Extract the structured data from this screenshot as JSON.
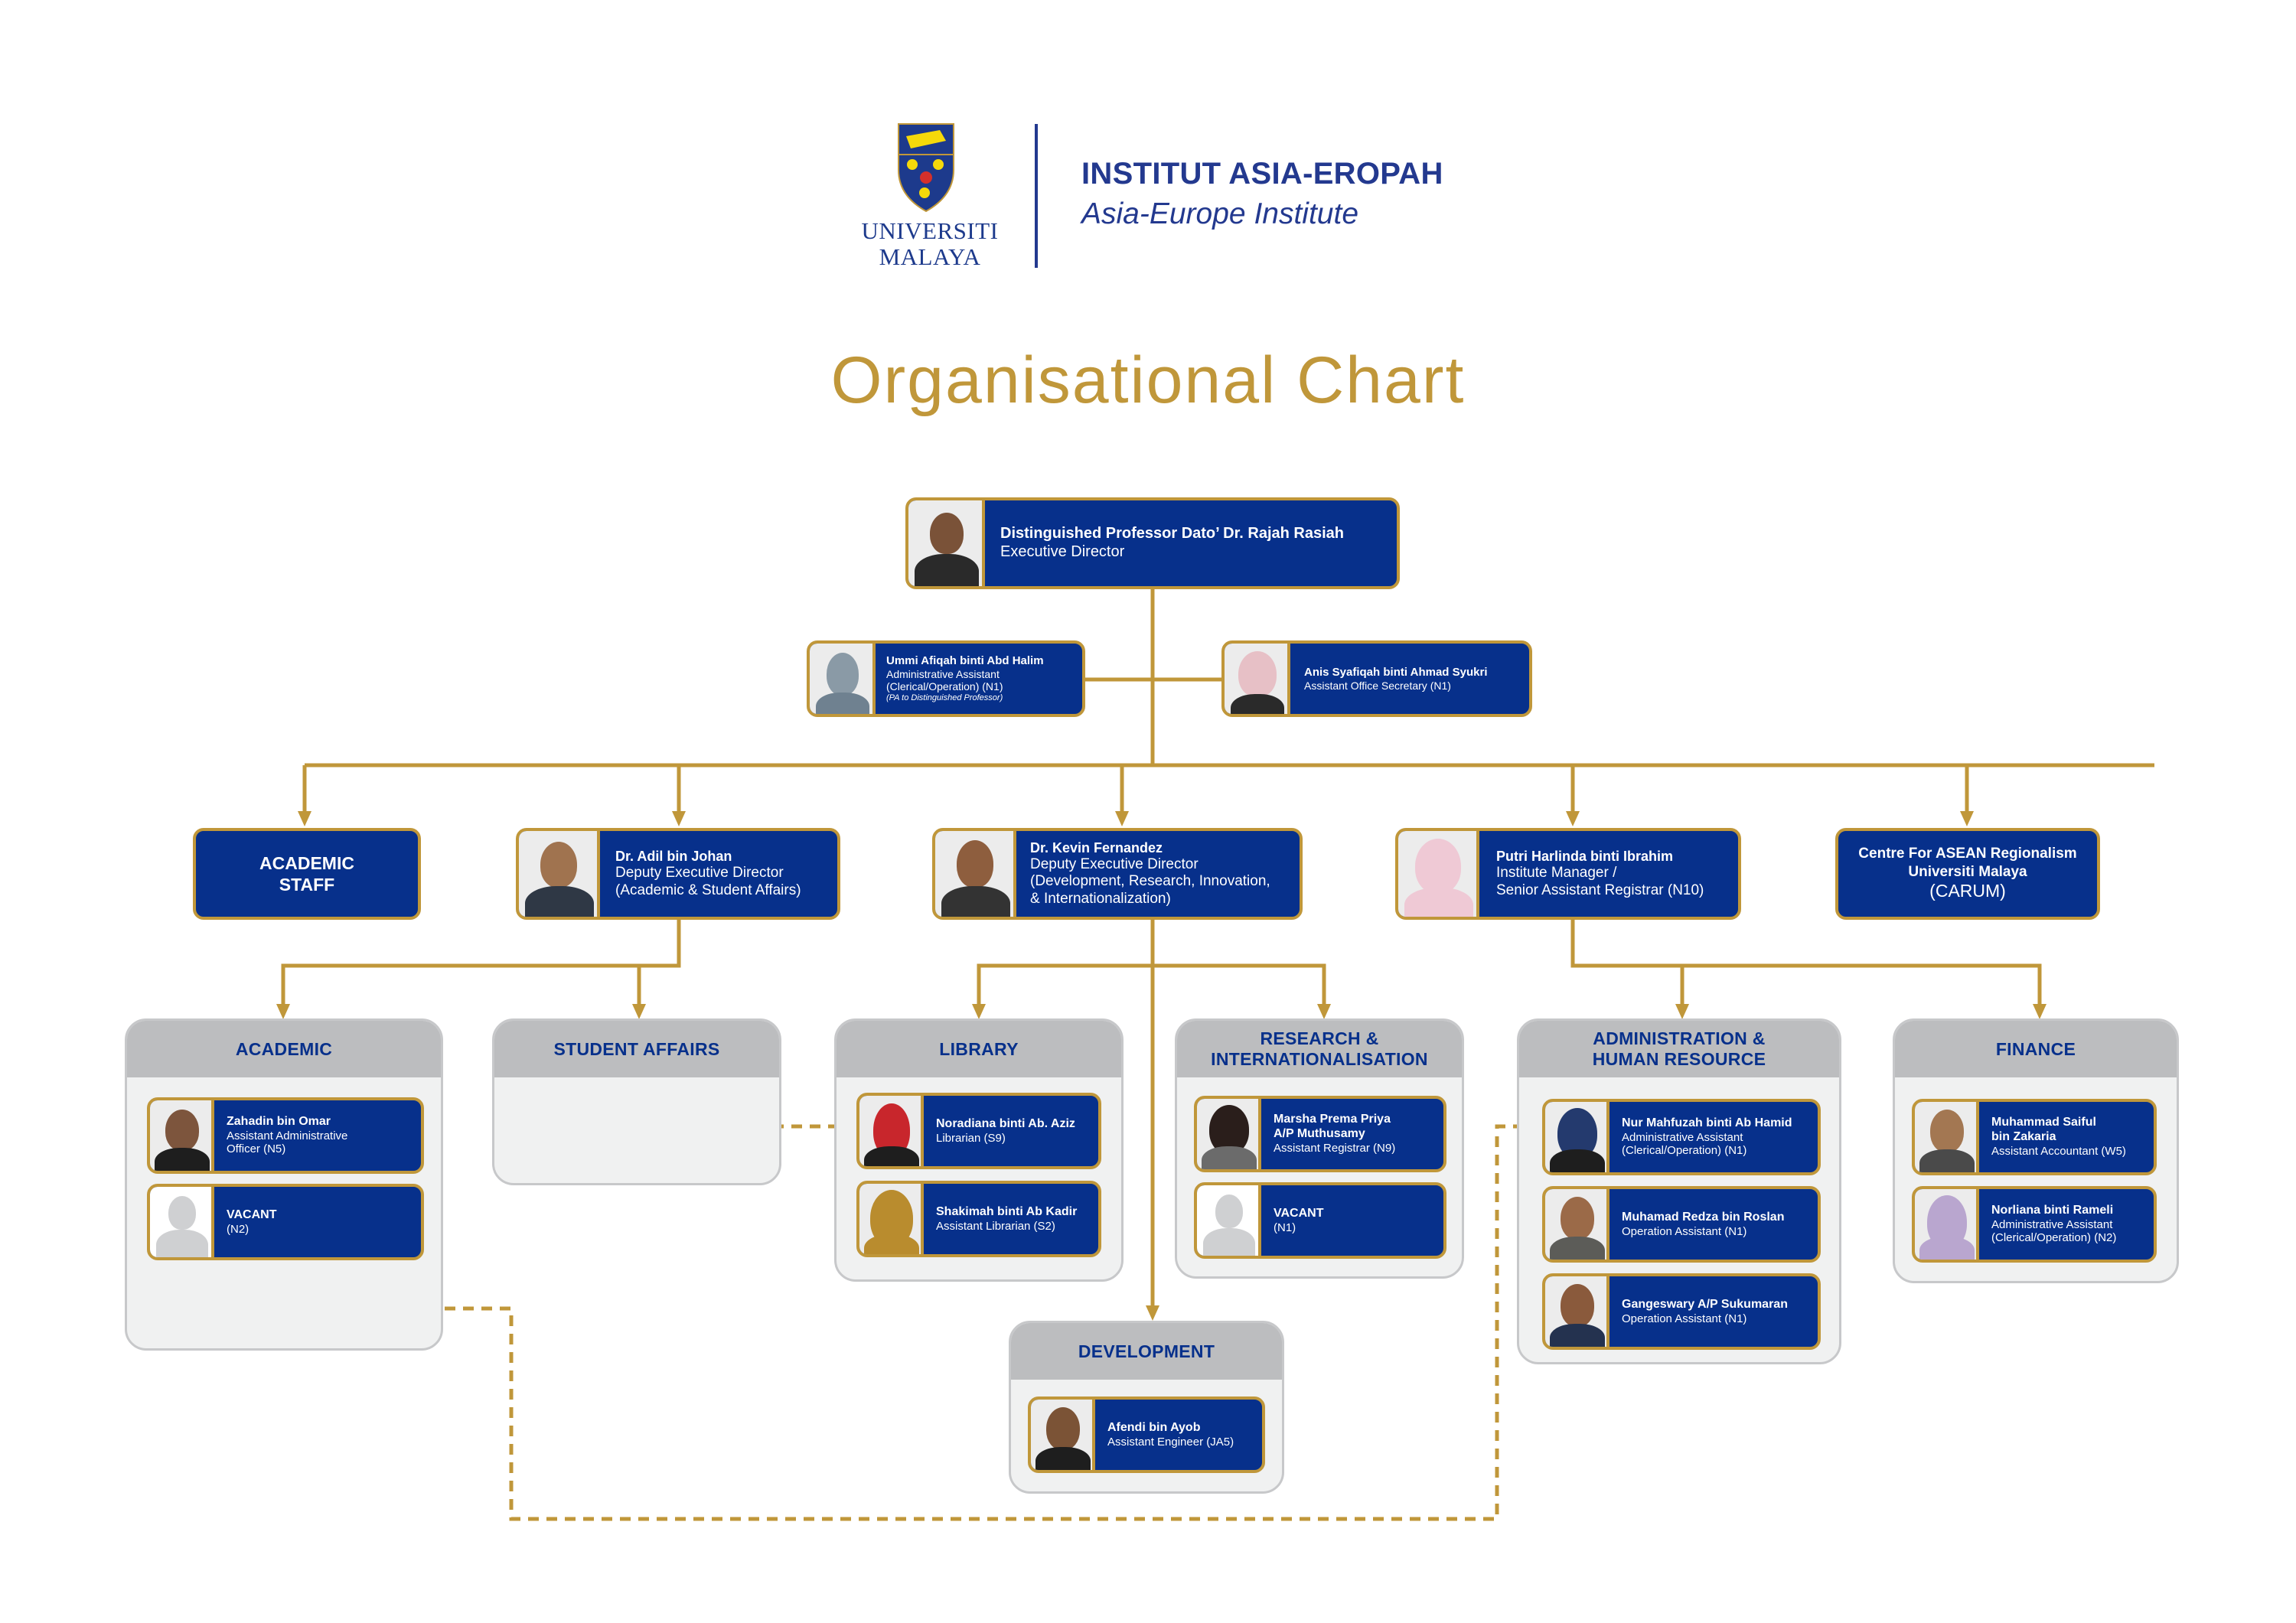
{
  "header": {
    "university": [
      "UNIVERSITI",
      "MALAYA"
    ],
    "institute_name": "INSTITUT ASIA-EROPAH",
    "institute_subtitle": "Asia-Europe Institute"
  },
  "title": "Organisational Chart",
  "colors": {
    "navy": "#07308b",
    "gold": "#c0973a",
    "title_gold": "#c0973a",
    "group_header": "#bcbdbf",
    "group_body": "#f0f1f1",
    "brand_blue": "#23398f"
  },
  "executive": {
    "name": "Distinguished Professor Dato’ Dr. Rajah Rasiah",
    "role": "Executive Director"
  },
  "support": [
    {
      "name": "Ummi Afiqah binti Abd Halim",
      "role": [
        "Administrative Assistant",
        "(Clerical/Operation) (N1)"
      ],
      "note": "(PA to Distinguished Professor)"
    },
    {
      "name": "Anis Syafiqah binti Ahmad Syukri",
      "role": [
        "Assistant Office Secretary (N1)"
      ]
    }
  ],
  "level2": {
    "academic_staff": [
      "ACADEMIC",
      "STAFF"
    ],
    "adil": {
      "name": "Dr. Adil bin Johan",
      "role": [
        "Deputy Executive Director",
        "(Academic & Student Affairs)"
      ]
    },
    "kevin": {
      "name": "Dr. Kevin Fernandez",
      "role": [
        "Deputy Executive Director",
        "(Development, Research, Innovation,",
        "& Internationalization)"
      ]
    },
    "putri": {
      "name": "Putri Harlinda binti Ibrahim",
      "role": [
        "Institute Manager /",
        "Senior Assistant Registrar (N10)"
      ]
    },
    "carum": [
      "Centre For ASEAN Regionalism",
      "Universiti Malaya",
      "(CARUM)"
    ]
  },
  "groups": {
    "academic": {
      "title": "ACADEMIC",
      "members": [
        {
          "name": "Zahadin bin Omar",
          "role": [
            "Assistant Administrative",
            "Officer (N5)"
          ]
        },
        {
          "name": "VACANT",
          "role": [
            "(N2)"
          ]
        }
      ]
    },
    "student_affairs": {
      "title": "STUDENT AFFAIRS"
    },
    "library": {
      "title": "LIBRARY",
      "members": [
        {
          "name": "Noradiana binti Ab. Aziz",
          "role": [
            "Librarian (S9)"
          ]
        },
        {
          "name": "Shakimah binti Ab Kadir",
          "role": [
            "Assistant Librarian (S2)"
          ]
        }
      ]
    },
    "research": {
      "title": [
        "RESEARCH &",
        "INTERNATIONALISATION"
      ],
      "members": [
        {
          "name": [
            "Marsha Prema Priya",
            "A/P Muthusamy"
          ],
          "role": [
            "Assistant Registrar (N9)"
          ]
        },
        {
          "name": "VACANT",
          "role": [
            "(N1)"
          ]
        }
      ]
    },
    "admin": {
      "title": [
        "ADMINISTRATION &",
        "HUMAN RESOURCE"
      ],
      "members": [
        {
          "name": "Nur Mahfuzah binti  Ab Hamid",
          "role": [
            "Administrative Assistant",
            "(Clerical/Operation) (N1)"
          ]
        },
        {
          "name": "Muhamad Redza bin Roslan",
          "role": [
            "Operation Assistant (N1)"
          ]
        },
        {
          "name": "Gangeswary A/P Sukumaran",
          "role": [
            "Operation Assistant (N1)"
          ]
        }
      ]
    },
    "finance": {
      "title": "FINANCE",
      "members": [
        {
          "name": [
            "Muhammad Saiful",
            "bin Zakaria"
          ],
          "role": [
            "Assistant Accountant (W5)"
          ]
        },
        {
          "name": "Norliana binti Rameli",
          "role": [
            "Administrative Assistant",
            "(Clerical/Operation) (N2)"
          ]
        }
      ]
    },
    "development": {
      "title": "DEVELOPMENT",
      "members": [
        {
          "name": "Afendi bin Ayob",
          "role": [
            "Assistant Engineer (JA5)"
          ]
        }
      ]
    }
  }
}
